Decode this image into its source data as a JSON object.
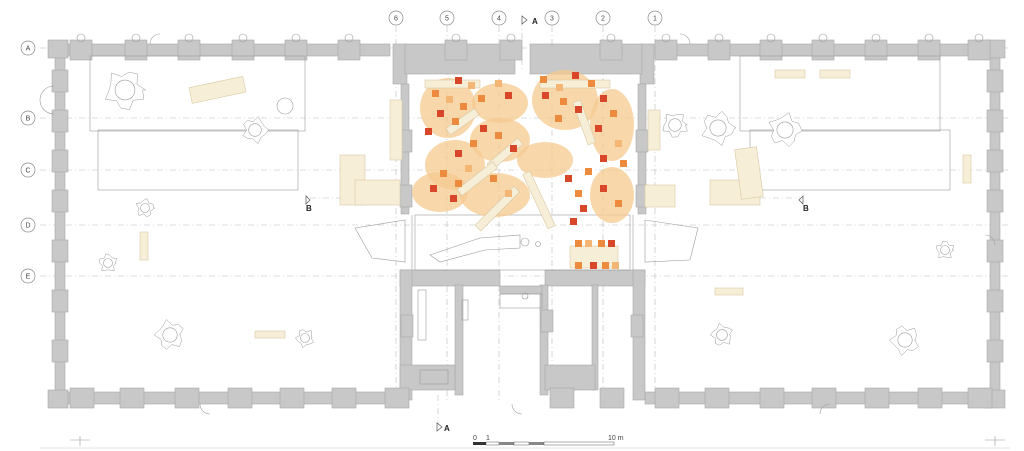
{
  "grid": {
    "columns": [
      "6",
      "5",
      "4",
      "3",
      "2",
      "1"
    ],
    "rows": [
      "A",
      "B",
      "C",
      "D",
      "E"
    ]
  },
  "sections": {
    "a_top": "A",
    "a_bottom": "A",
    "b_left": "B",
    "b_right": "B"
  },
  "scale_bar": {
    "tick_0": "0",
    "tick_1": "1",
    "tick_end": "10 m"
  },
  "colors": {
    "wall": "#c8c8c8",
    "furniture": "#f7eed8",
    "zone": "#f5c98f",
    "seat_red": "#d9472b",
    "seat_orange": "#ec8a3d",
    "seat_light": "#f4b674"
  }
}
